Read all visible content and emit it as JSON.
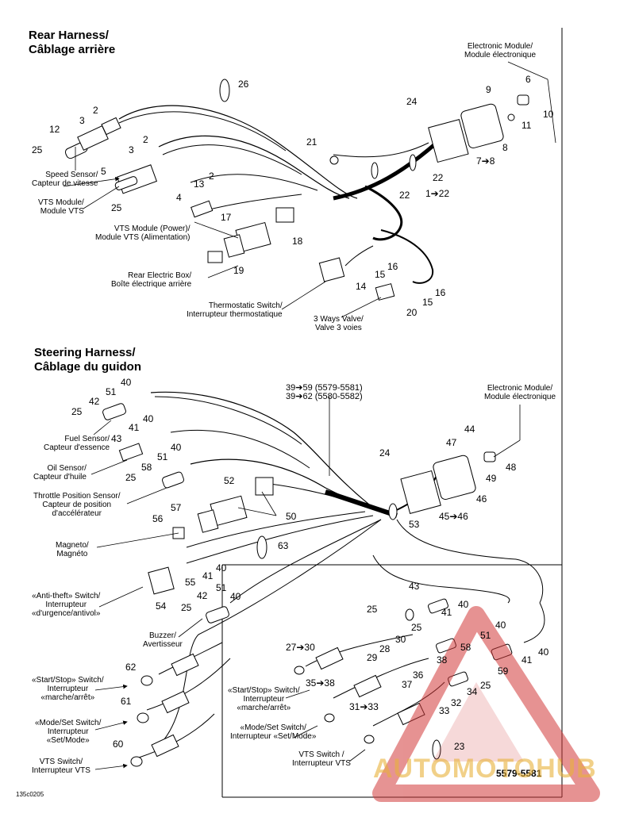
{
  "rear": {
    "title_en": "Rear Harness/",
    "title_fr": "Câblage arrière",
    "labels": {
      "electronic_module": [
        "Electronic Module/",
        "Module électronique"
      ],
      "speed_sensor": [
        "Speed Sensor/",
        "Capteur de vitesse"
      ],
      "vts_module": [
        "VTS Module/",
        "Module VTS"
      ],
      "vts_power": [
        "VTS Module (Power)/",
        "Module VTS (Alimentation)"
      ],
      "rear_box": [
        "Rear Electric Box/",
        "Boîte électrique arrière"
      ],
      "thermo": [
        "Thermostatic Switch/",
        "Interrupteur thermostatique"
      ],
      "valve": [
        "3 Ways Valve/",
        "Valve 3 voies"
      ]
    },
    "numbers": [
      "26",
      "2",
      "3",
      "12",
      "25",
      "5",
      "3",
      "2",
      "13",
      "2",
      "4",
      "25",
      "17",
      "18",
      "19",
      "21",
      "24",
      "9",
      "6",
      "10",
      "11",
      "8",
      "7➔8",
      "22",
      "22",
      "1➔22",
      "16",
      "15",
      "14",
      "16",
      "15",
      "20"
    ]
  },
  "steering": {
    "title_en": "Steering Harness/",
    "title_fr": "Câblage du guidon",
    "ref": [
      "39➔59 (5579-5581)",
      "39➔62 (5580-5582)"
    ],
    "labels": {
      "electronic_module": [
        "Electronic Module/",
        "Module électronique"
      ],
      "fuel": [
        "Fuel Sensor/",
        "Capteur d'essence"
      ],
      "oil": [
        "Oil Sensor/",
        "Capteur d'huile"
      ],
      "tps": [
        "Throttle Position Sensor/",
        "Capteur de position",
        "d'accélérateur"
      ],
      "magneto": [
        "Magneto/",
        "Magnéto"
      ],
      "antitheft": [
        "«Anti-theft» Switch/",
        "Interrupteur",
        "«d'urgence/antivol»"
      ],
      "buzzer": [
        "Buzzer/",
        "Avertisseur"
      ],
      "startstop": [
        "«Start/Stop» Switch/",
        "Interrupteur",
        "«marche/arrêt»"
      ],
      "modeset": [
        "«Mode/Set Switch/",
        "Interrupteur",
        "«Set/Mode»"
      ],
      "vts": [
        "VTS Switch/",
        "Interrupteur VTS"
      ],
      "startstop2": [
        "«Start/Stop» Switch/",
        "Interrupteur",
        "«marche/arrêt»"
      ],
      "modeset2": [
        "«Mode/Set Switch/",
        "Interrupteur «Set/Mode»"
      ],
      "vts2": [
        "VTS Switch /",
        "Interrupteur VTS"
      ]
    },
    "numbers": [
      "40",
      "51",
      "42",
      "25",
      "40",
      "41",
      "43",
      "40",
      "51",
      "58",
      "25",
      "52",
      "50",
      "57",
      "56",
      "63",
      "40",
      "41",
      "55",
      "54",
      "51",
      "40",
      "42",
      "25",
      "62",
      "61",
      "60",
      "24",
      "44",
      "47",
      "48",
      "49",
      "46",
      "45➔46",
      "53",
      "43",
      "40",
      "25",
      "41",
      "40",
      "25",
      "30",
      "51",
      "40",
      "29",
      "28",
      "38",
      "58",
      "59",
      "41",
      "27➔30",
      "35➔38",
      "37",
      "36",
      "25",
      "34",
      "32",
      "33",
      "31➔33",
      "23"
    ]
  },
  "footer": {
    "code": "5579-5581",
    "fig": "135c0205",
    "watermark": "AUTOMOTOHUB"
  }
}
